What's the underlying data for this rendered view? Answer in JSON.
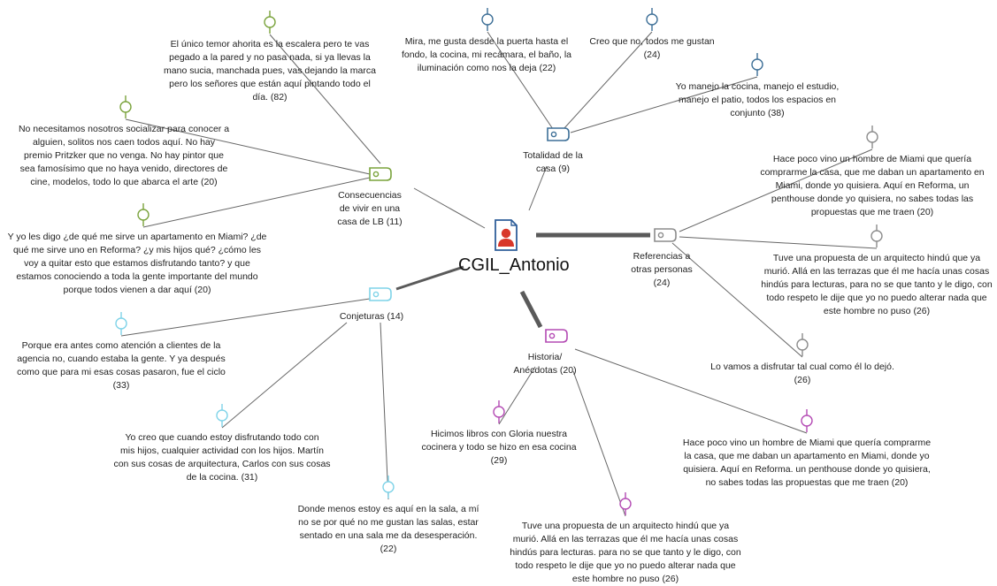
{
  "root": {
    "label": "CGIL_Antonio"
  },
  "codes": {
    "consecuencias": {
      "label_lines": [
        "Consecuencias",
        "de vivir en una",
        "casa de LB (11)"
      ],
      "color": "#7aa33c"
    },
    "totalidad": {
      "label_lines": [
        "Totalidad de la",
        "casa (9)"
      ],
      "color": "#3d6f97"
    },
    "referencias": {
      "label_lines": [
        "Referencias a",
        "otras personas",
        "(24)"
      ],
      "color": "#8c8c8c"
    },
    "conjeturas": {
      "label_lines": [
        "Conjeturas (14)"
      ],
      "color": "#7fd3e8"
    },
    "historia": {
      "label_lines": [
        "Historia/",
        "Anécdotas (20)"
      ],
      "color": "#b44bb4"
    }
  },
  "quotes": {
    "q_escalera": {
      "lines": [
        "El único temor ahorita es la escalera pero te vas",
        "pegado a la pared y no pasa nada, si ya llevas la",
        "mano sucia, manchada pues, vas dejando la marca",
        "pero los señores que están aquí pintando todo el",
        "día. (82)"
      ],
      "color": "#7aa33c"
    },
    "q_socializar": {
      "lines": [
        "No necesitamos nosotros socializar para conocer a",
        "alguien, solitos nos caen todos aquí. No hay",
        "premio Pritzker que no venga. No hay pintor que",
        "sea famosísimo que no haya venido, directores de",
        "cine, modelos, todo lo que abarca el arte (20)"
      ],
      "color": "#7aa33c"
    },
    "q_miami_green": {
      "lines": [
        "Y yo les digo ¿de qué me sirve un apartamento en Miami? ¿de",
        "qué me sirve uno en Reforma? ¿y mis hijos qué? ¿cómo les",
        "voy a quitar esto que estamos disfrutando tanto? y que",
        "estamos conociendo a toda la gente importante del mundo",
        "porque todos vienen a dar aquí (20)"
      ],
      "color": "#7aa33c"
    },
    "q_puerta": {
      "lines": [
        "Mira, me gusta desde la puerta hasta el",
        "fondo, la cocina, mi recámara, el baño, la",
        "iluminación como nos la deja (22)"
      ],
      "color": "#3d6f97"
    },
    "q_creo": {
      "lines": [
        "Creo que no, todos me gustan",
        "(24)"
      ],
      "color": "#3d6f97"
    },
    "q_manejo": {
      "lines": [
        "Yo manejo la cocina, manejo el estudio,",
        "manejo el patio, todos los espacios en",
        "conjunto (38)"
      ],
      "color": "#3d6f97"
    },
    "q_hombre_gray": {
      "lines": [
        "Hace poco vino un hombre de Miami que quería",
        "comprarme la casa, que me daban un apartamento en",
        "Miami, donde yo quisiera. Aquí en Reforma, un",
        "penthouse donde yo quisiera, no sabes todas las",
        "propuestas que me traen (20)"
      ],
      "color": "#8c8c8c"
    },
    "q_propuesta_gray": {
      "lines": [
        "Tuve una propuesta de un arquitecto hindú que ya",
        "murió. Allá en las terrazas que él me hacía unas cosas",
        "hindús para lecturas, para no se que tanto y le digo, con",
        "todo respeto le dije que yo no puedo alterar nada que",
        "este hombre no puso (26)"
      ],
      "color": "#8c8c8c"
    },
    "q_disfrutar": {
      "lines": [
        "Lo vamos a disfrutar tal cual como él lo dejó.",
        "(26)"
      ],
      "color": "#8c8c8c"
    },
    "q_atencion": {
      "lines": [
        "Porque era antes como atención a clientes de la",
        "agencia no, cuando estaba la gente. Y ya después",
        "como que para mi esas cosas pasaron, fue el ciclo",
        "(33)"
      ],
      "color": "#7fd3e8"
    },
    "q_hijos": {
      "lines": [
        "Yo creo que cuando estoy disfrutando todo con",
        "mis hijos, cualquier actividad con los hijos. Martín",
        "con sus cosas de arquitectura, Carlos con sus cosas",
        "de la cocina. (31)"
      ],
      "color": "#7fd3e8"
    },
    "q_sala": {
      "lines": [
        "Donde menos estoy es aquí en la sala, a mí",
        "no se por qué no me gustan las salas, estar",
        "sentado en una sala me da desesperación.",
        "(22)"
      ],
      "color": "#7fd3e8"
    },
    "q_libros": {
      "lines": [
        "Hicimos libros con Gloria nuestra",
        "cocinera y todo se hizo en esa cocina",
        "(29)"
      ],
      "color": "#b44bb4"
    },
    "q_hombre_purple": {
      "lines": [
        "Hace poco vino un hombre de Miami que quería comprarme",
        "la casa, que me daban un apartamento en Miami, donde yo",
        "quisiera. Aquí en Reforma. un penthouse donde yo quisiera,",
        "no sabes todas las propuestas que me traen (20)"
      ],
      "color": "#b44bb4"
    },
    "q_propuesta_purple": {
      "lines": [
        "Tuve una propuesta de un arquitecto hindú que ya",
        "murió. Allá en las terrazas que él me hacía unas cosas",
        "hindús para lecturas. para no se que tanto y le digo, con",
        "todo respeto le dije que yo no puedo alterar nada que",
        "este hombre no puso (26)"
      ],
      "color": "#b44bb4"
    }
  },
  "styles": {
    "link_color": "#666666",
    "heavy_link_color": "#5a5a5a",
    "document_icon_color": "#2f5f9a",
    "person_icon_color": "#d8372a"
  }
}
